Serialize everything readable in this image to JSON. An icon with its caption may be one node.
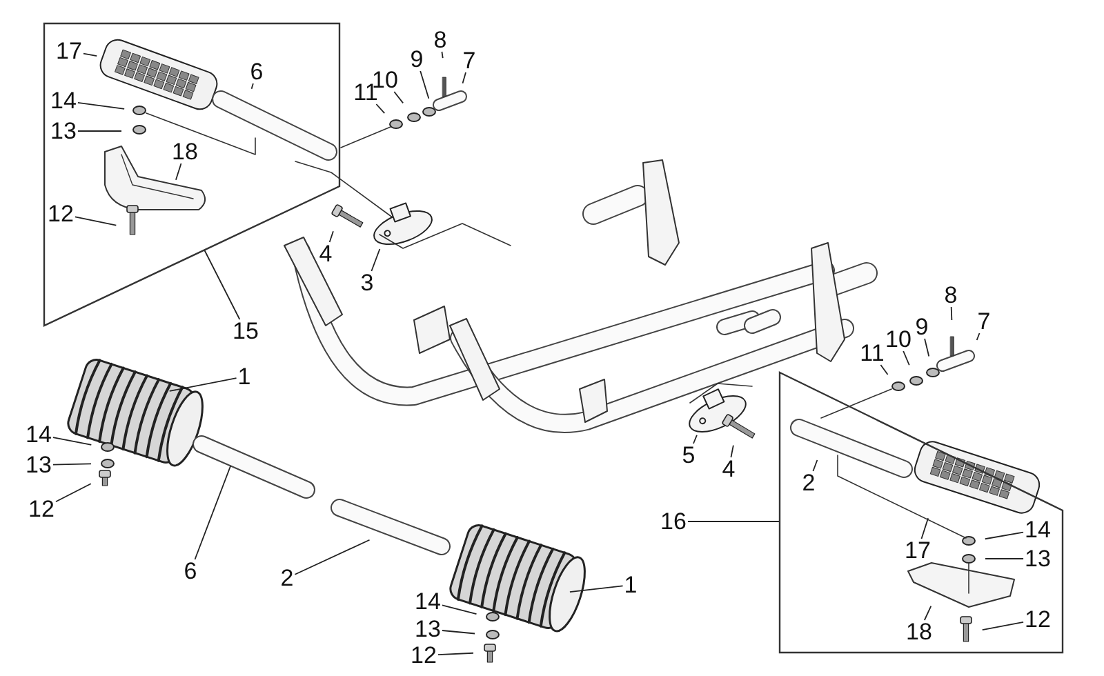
{
  "diagram": {
    "nodes": [
      {
        "text": [],
        "shape": "box"
      },
      {
        "text": [
          "17"
        ],
        "in": 0
      },
      {
        "text": [
          "6"
        ],
        "in": 0
      },
      {
        "text": [
          "14"
        ],
        "in": 0
      },
      {
        "text": [
          "13"
        ],
        "in": 0
      },
      {
        "text": [
          "18"
        ],
        "in": 0
      },
      {
        "text": [
          "12"
        ],
        "in": 0
      },
      {
        "text": [
          "15"
        ]
      },
      {
        "text": [
          "11"
        ]
      },
      {
        "text": [
          "10"
        ]
      },
      {
        "text": [
          "9"
        ]
      },
      {
        "text": [
          "8"
        ]
      },
      {
        "text": [
          "7"
        ]
      },
      {
        "text": [
          "4"
        ]
      },
      {
        "text": [
          "3"
        ]
      },
      {
        "text": [
          "1"
        ]
      },
      {
        "text": [
          "14"
        ]
      },
      {
        "text": [
          "13"
        ]
      },
      {
        "text": [
          "12"
        ]
      },
      {
        "text": [
          "6"
        ]
      },
      {
        "text": [
          "2"
        ]
      },
      {
        "text": [
          "14"
        ]
      },
      {
        "text": [
          "13"
        ]
      },
      {
        "text": [
          "12"
        ]
      },
      {
        "text": [
          "1"
        ]
      },
      {
        "text": [
          "5"
        ]
      },
      {
        "text": [
          "4"
        ]
      },
      {
        "text": [
          "11"
        ]
      },
      {
        "text": [
          "10"
        ]
      },
      {
        "text": [
          "9"
        ]
      },
      {
        "text": [
          "8"
        ]
      },
      {
        "text": [
          "7"
        ]
      },
      {
        "text": [],
        "shape": "box"
      },
      {
        "text": [
          "2"
        ],
        "in": 32
      },
      {
        "text": [
          "17"
        ],
        "in": 32
      },
      {
        "text": [
          "14"
        ],
        "in": 32
      },
      {
        "text": [
          "13"
        ],
        "in": 32
      },
      {
        "text": [
          "18"
        ],
        "in": 32
      },
      {
        "text": [
          "12"
        ],
        "in": 32
      },
      {
        "text": [
          "16"
        ]
      }
    ],
    "edges": [
      {
        "from": 1,
        "to": null,
        "arrow": "none"
      },
      {
        "from": 2,
        "to": null,
        "arrow": "none"
      },
      {
        "from": 3,
        "to": null,
        "arrow": "none"
      },
      {
        "from": 4,
        "to": null,
        "arrow": "none"
      },
      {
        "from": 5,
        "to": null,
        "arrow": "none"
      },
      {
        "from": 6,
        "to": null,
        "arrow": "none"
      },
      {
        "from": 7,
        "to": 0,
        "arrow": "none"
      },
      {
        "from": 8,
        "to": null,
        "arrow": "none"
      },
      {
        "from": 9,
        "to": null,
        "arrow": "none"
      },
      {
        "from": 10,
        "to": null,
        "arrow": "none"
      },
      {
        "from": 11,
        "to": null,
        "arrow": "none"
      },
      {
        "from": 12,
        "to": null,
        "arrow": "none"
      },
      {
        "from": 13,
        "to": null,
        "arrow": "none"
      },
      {
        "from": 14,
        "to": null,
        "arrow": "none"
      },
      {
        "from": 15,
        "to": null,
        "arrow": "none"
      },
      {
        "from": 16,
        "to": null,
        "arrow": "none"
      },
      {
        "from": 17,
        "to": null,
        "arrow": "none"
      },
      {
        "from": 18,
        "to": null,
        "arrow": "none"
      },
      {
        "from": 19,
        "to": null,
        "arrow": "none"
      },
      {
        "from": 20,
        "to": null,
        "arrow": "none"
      },
      {
        "from": 21,
        "to": null,
        "arrow": "none"
      },
      {
        "from": 22,
        "to": null,
        "arrow": "none"
      },
      {
        "from": 23,
        "to": null,
        "arrow": "none"
      },
      {
        "from": 24,
        "to": null,
        "arrow": "none"
      },
      {
        "from": 25,
        "to": null,
        "arrow": "none"
      },
      {
        "from": 26,
        "to": null,
        "arrow": "none"
      },
      {
        "from": 27,
        "to": null,
        "arrow": "none"
      },
      {
        "from": 28,
        "to": null,
        "arrow": "none"
      },
      {
        "from": 29,
        "to": null,
        "arrow": "none"
      },
      {
        "from": 30,
        "to": null,
        "arrow": "none"
      },
      {
        "from": 31,
        "to": null,
        "arrow": "none"
      },
      {
        "from": 33,
        "to": null,
        "arrow": "none"
      },
      {
        "from": 34,
        "to": null,
        "arrow": "none"
      },
      {
        "from": 35,
        "to": null,
        "arrow": "none"
      },
      {
        "from": 36,
        "to": null,
        "arrow": "none"
      },
      {
        "from": 37,
        "to": null,
        "arrow": "none"
      },
      {
        "from": 38,
        "to": null,
        "arrow": "none"
      },
      {
        "from": 39,
        "to": 32,
        "arrow": "none"
      }
    ]
  }
}
